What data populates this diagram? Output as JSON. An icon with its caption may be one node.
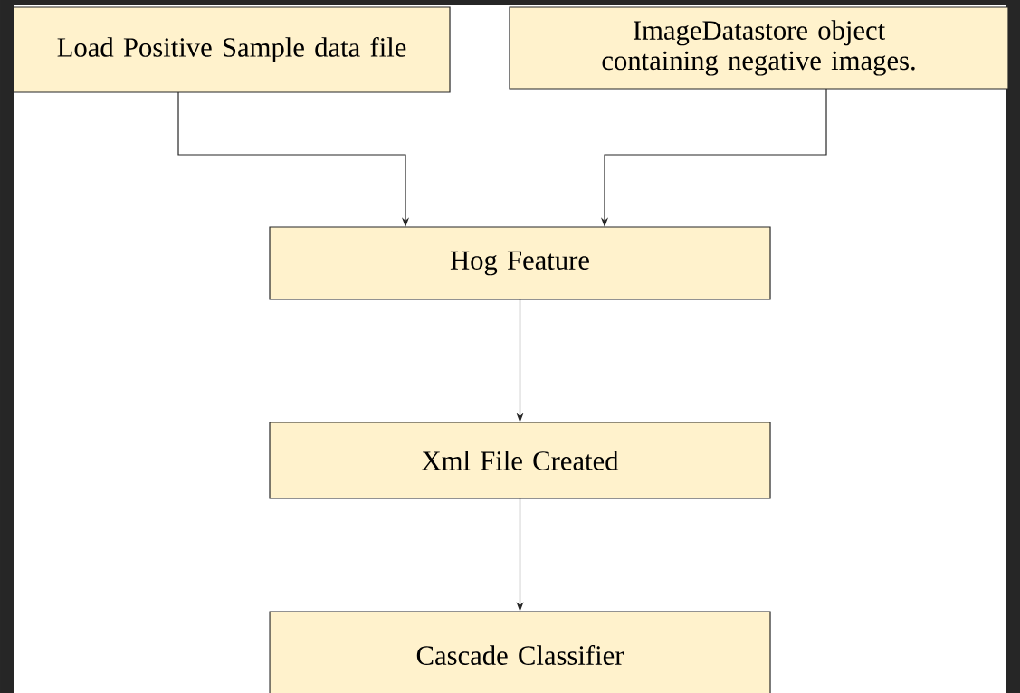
{
  "diagram": {
    "nodes": [
      {
        "text": [
          "Load Positive Sample data file"
        ]
      },
      {
        "text": [
          "ImageDatastore object containing negative images."
        ]
      },
      {
        "text": [
          "Hog Feature"
        ]
      },
      {
        "text": [
          "Xml File Created"
        ]
      },
      {
        "text": [
          "Cascade Classifier"
        ]
      }
    ],
    "edges": [
      {
        "from": 0,
        "to": 2,
        "arrow": "to"
      },
      {
        "from": 1,
        "to": 2,
        "arrow": "to"
      },
      {
        "from": 2,
        "to": 3,
        "arrow": "to"
      },
      {
        "from": 3,
        "to": 4,
        "arrow": "to"
      }
    ]
  }
}
